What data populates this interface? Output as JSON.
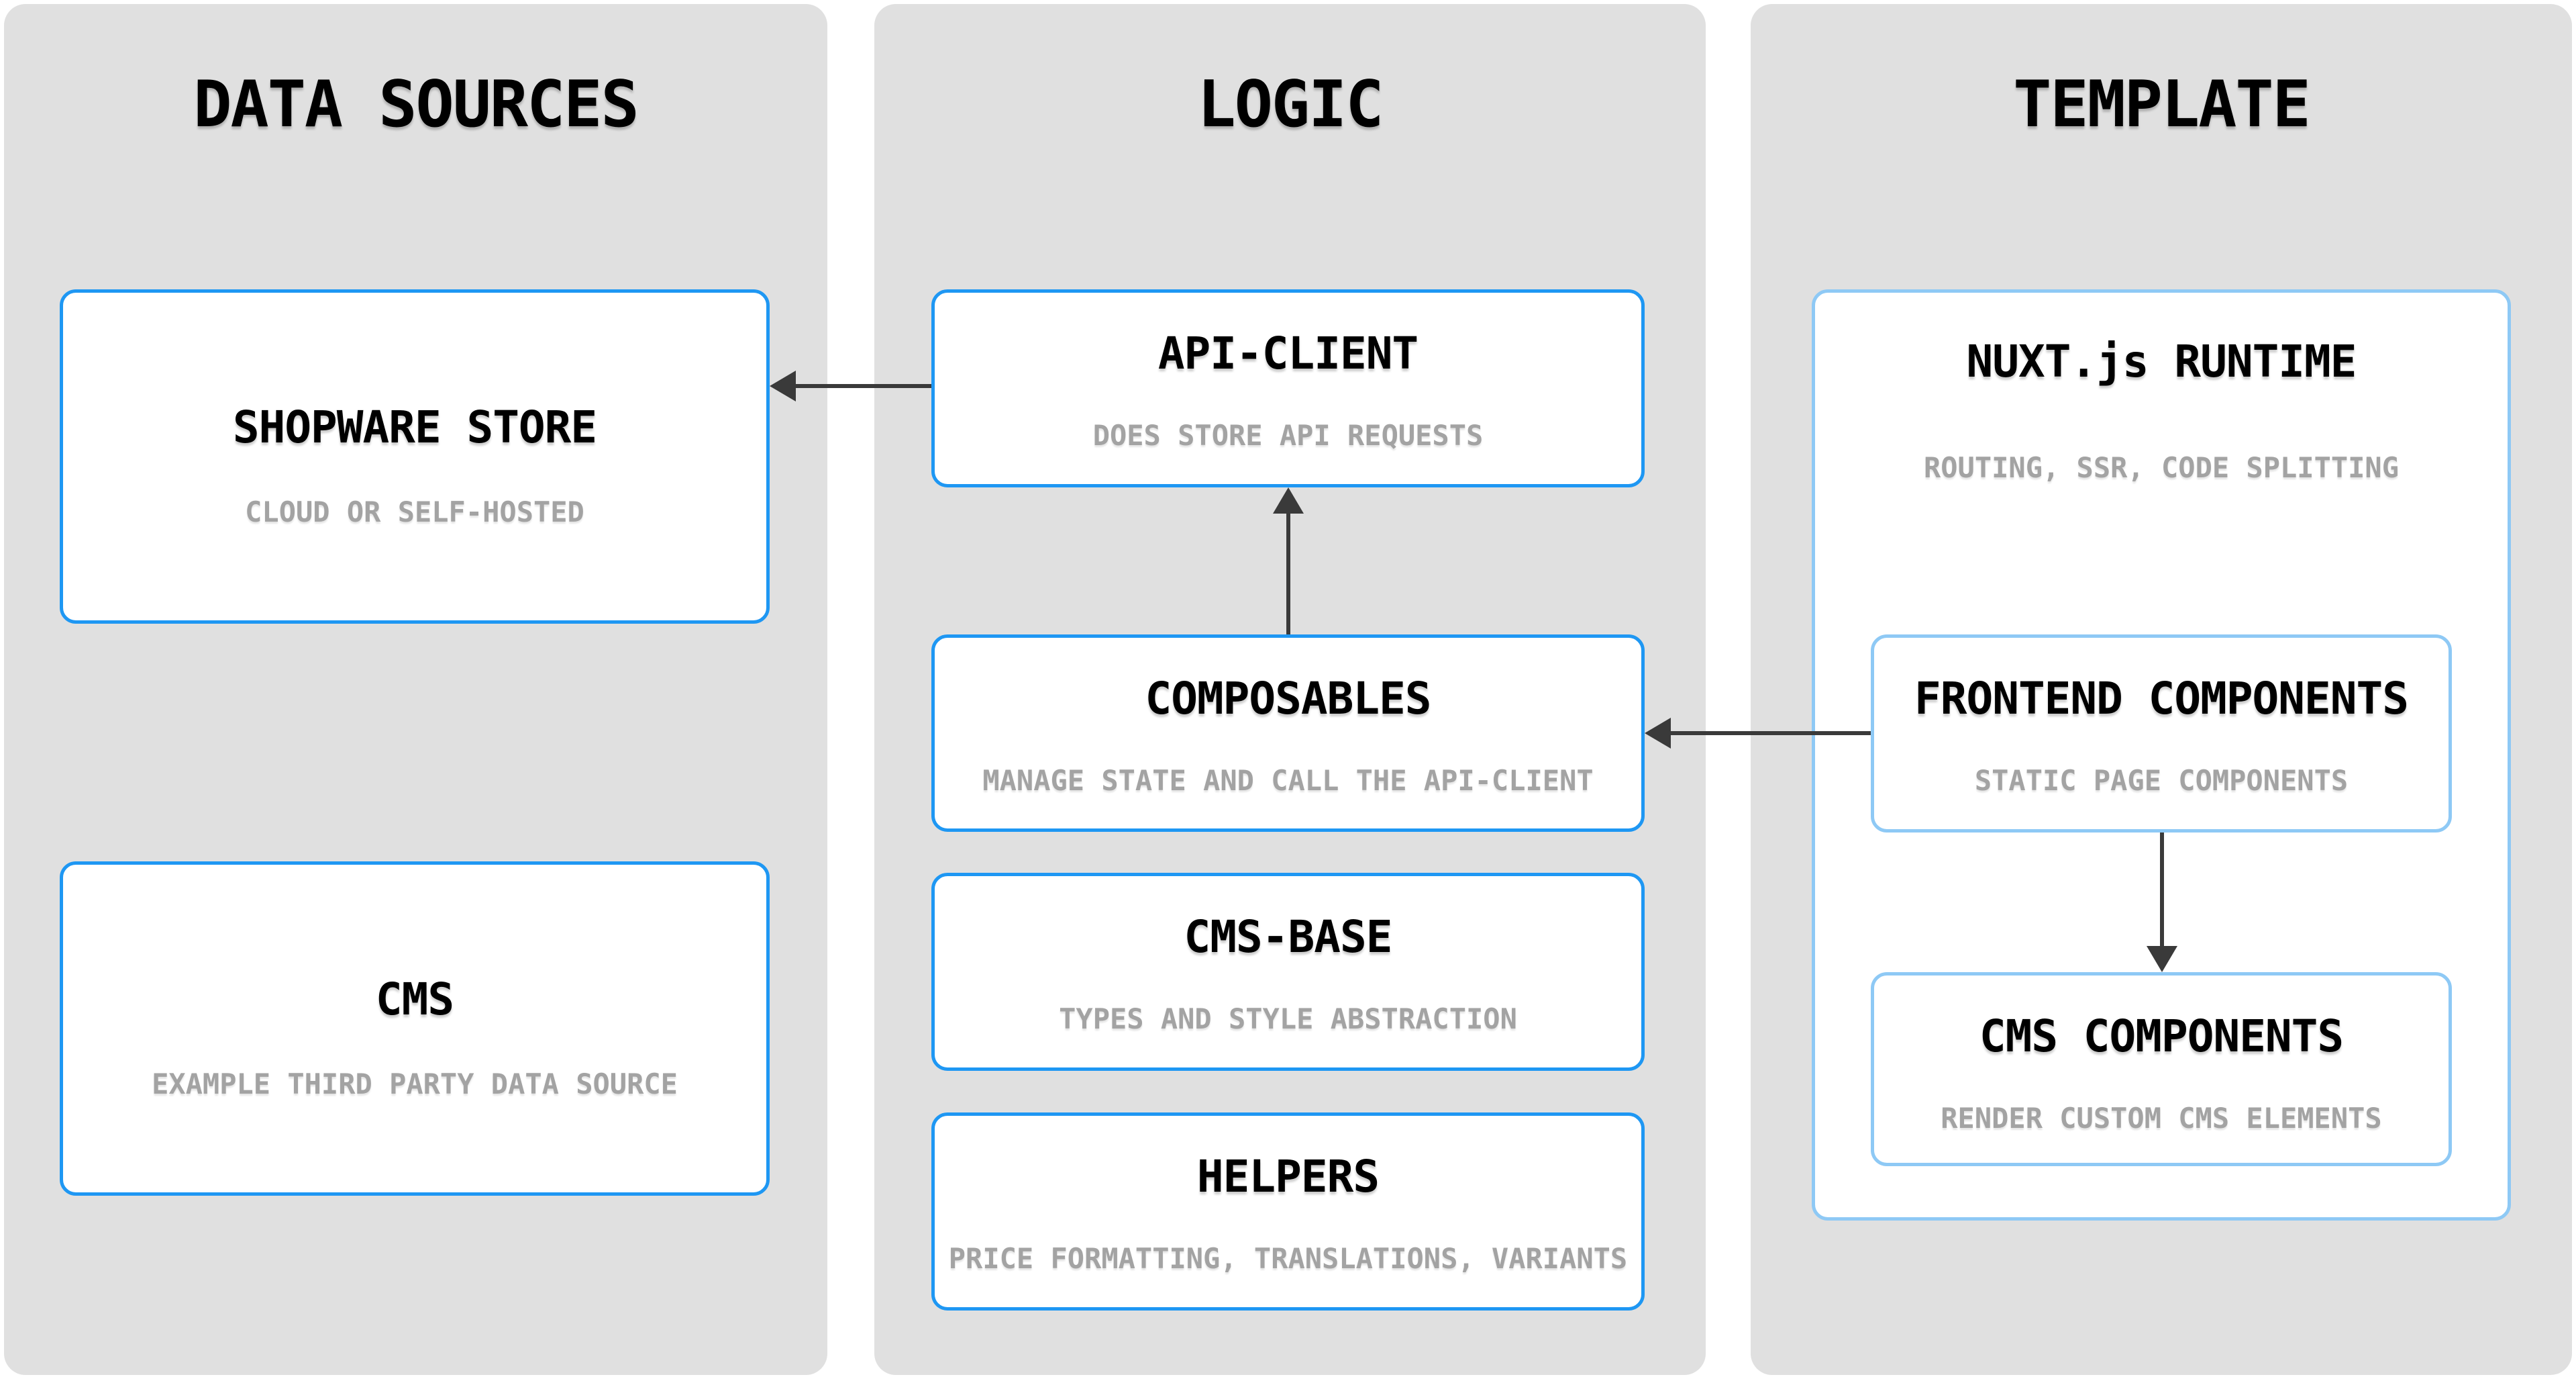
{
  "diagram_title": "Shopware frontend architecture diagram",
  "colors": {
    "page_background": "#ffffff",
    "panel_background": "#e0e0e0",
    "node_background": "#ffffff",
    "node_border_strong": "#1e97f3",
    "node_border_light": "#8ec9f5",
    "title_text": "#000000",
    "subtitle_text": "#a3a3a3",
    "arrow": "#3a3a3a"
  },
  "columns": [
    {
      "title": "DATA SOURCES",
      "boxes": [
        {
          "title": "SHOPWARE STORE",
          "subtitle": "CLOUD OR SELF-HOSTED"
        },
        {
          "title": "CMS",
          "subtitle": "EXAMPLE THIRD PARTY DATA SOURCE"
        }
      ]
    },
    {
      "title": "LOGIC",
      "boxes": [
        {
          "title": "API-CLIENT",
          "subtitle": "DOES STORE API REQUESTS"
        },
        {
          "title": "COMPOSABLES",
          "subtitle": "MANAGE STATE AND CALL THE API-CLIENT"
        },
        {
          "title": "CMS-BASE",
          "subtitle": "TYPES AND STYLE ABSTRACTION"
        },
        {
          "title": "HELPERS",
          "subtitle": "PRICE FORMATTING, TRANSLATIONS, VARIANTS"
        }
      ]
    },
    {
      "title": "TEMPLATE",
      "boxes": [
        {
          "title": "NUXT.js RUNTIME",
          "subtitle": "ROUTING, SSR, CODE SPLITTING"
        },
        {
          "title": "FRONTEND COMPONENTS",
          "subtitle": "STATIC PAGE COMPONENTS"
        },
        {
          "title": "CMS COMPONENTS",
          "subtitle": "RENDER CUSTOM CMS ELEMENTS"
        }
      ]
    }
  ],
  "connections": [
    {
      "from": "API-CLIENT",
      "to": "SHOPWARE STORE"
    },
    {
      "from": "COMPOSABLES",
      "to": "API-CLIENT"
    },
    {
      "from": "FRONTEND COMPONENTS",
      "to": "COMPOSABLES"
    },
    {
      "from": "FRONTEND COMPONENTS",
      "to": "CMS COMPONENTS"
    }
  ]
}
